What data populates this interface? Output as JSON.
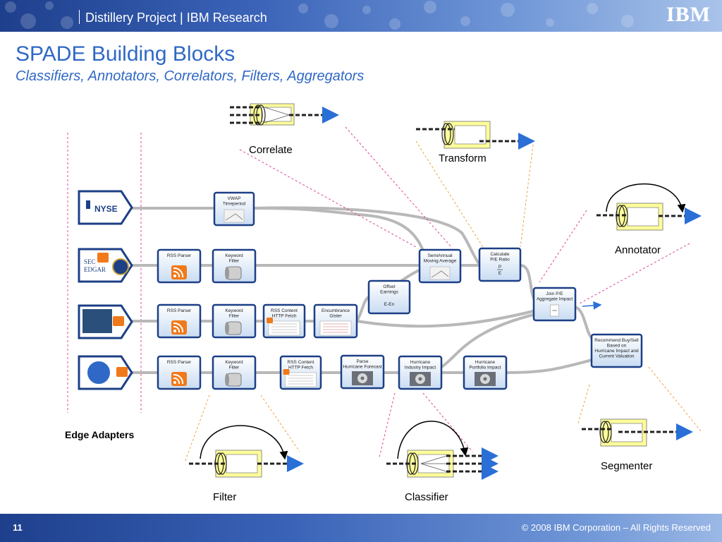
{
  "header": {
    "title": "Distillery Project | IBM Research",
    "logo": "IBM"
  },
  "slide": {
    "title": "SPADE Building Blocks",
    "subtitle": "Classifiers, Annotators, Correlators, Filters, Aggregators"
  },
  "patterns": {
    "correlate": "Correlate",
    "transform": "Transform",
    "annotator": "Annotator",
    "segmenter": "Segmenter",
    "filter": "Filter",
    "classifier": "Classifier"
  },
  "edge_adapters_label": "Edge Adapters",
  "sources": {
    "nyse": "NYSE",
    "sec_edgar_line1": "SEC",
    "sec_edgar_line2": "EDGAR"
  },
  "nodes": {
    "vwap": [
      "VWAP",
      "Timeperiod"
    ],
    "rss1": [
      "RSS Parser"
    ],
    "kw1": [
      "Keyword",
      "Filter"
    ],
    "semiannual": [
      "SemiAnnual",
      "Moving Average"
    ],
    "calc_pe": [
      "Calculate",
      "P/E Ratio"
    ],
    "offset": [
      "Offset",
      "Earnings"
    ],
    "offset_formula": "E-En",
    "calc_pe_formula_top": "P",
    "calc_pe_formula_bottom": "E",
    "rss2": [
      "RSS Parser"
    ],
    "kw2": [
      "Keyword",
      "Filter"
    ],
    "rss_http1": [
      "RSS Content",
      "HTTP Fetch"
    ],
    "encumbrance": [
      "Encumbrance",
      "Gister"
    ],
    "join_pe": [
      "Join P/E",
      "Aggregate Impact"
    ],
    "rss3": [
      "RSS Parser"
    ],
    "kw3": [
      "Keyword",
      "Filter"
    ],
    "rss_http2": [
      "RSS Content",
      "HTTP Fetch"
    ],
    "parse_hurricane": [
      "Parse",
      "Hurricane Forecast"
    ],
    "hurricane_industry": [
      "Hurricane",
      "Industry Impact"
    ],
    "hurricane_portfolio": [
      "Hurricane",
      "Portfolio Impact"
    ],
    "recommend": [
      "Recommend Buy/Sell",
      "Based on",
      "Hurricane Impact and",
      "Current Valuation"
    ]
  },
  "footer": {
    "page_number": "11",
    "copyright": "© 2008 IBM Corporation – All Rights Reserved"
  },
  "colors": {
    "brand_blue": "#2f68c6",
    "node_fill": "#dce8f6",
    "node_border": "#1c3f86",
    "pattern_fill": "#ffff99",
    "rss_orange": "#f07a1a",
    "dashed_pink": "#e0449a",
    "dashed_orange": "#f0a040"
  }
}
